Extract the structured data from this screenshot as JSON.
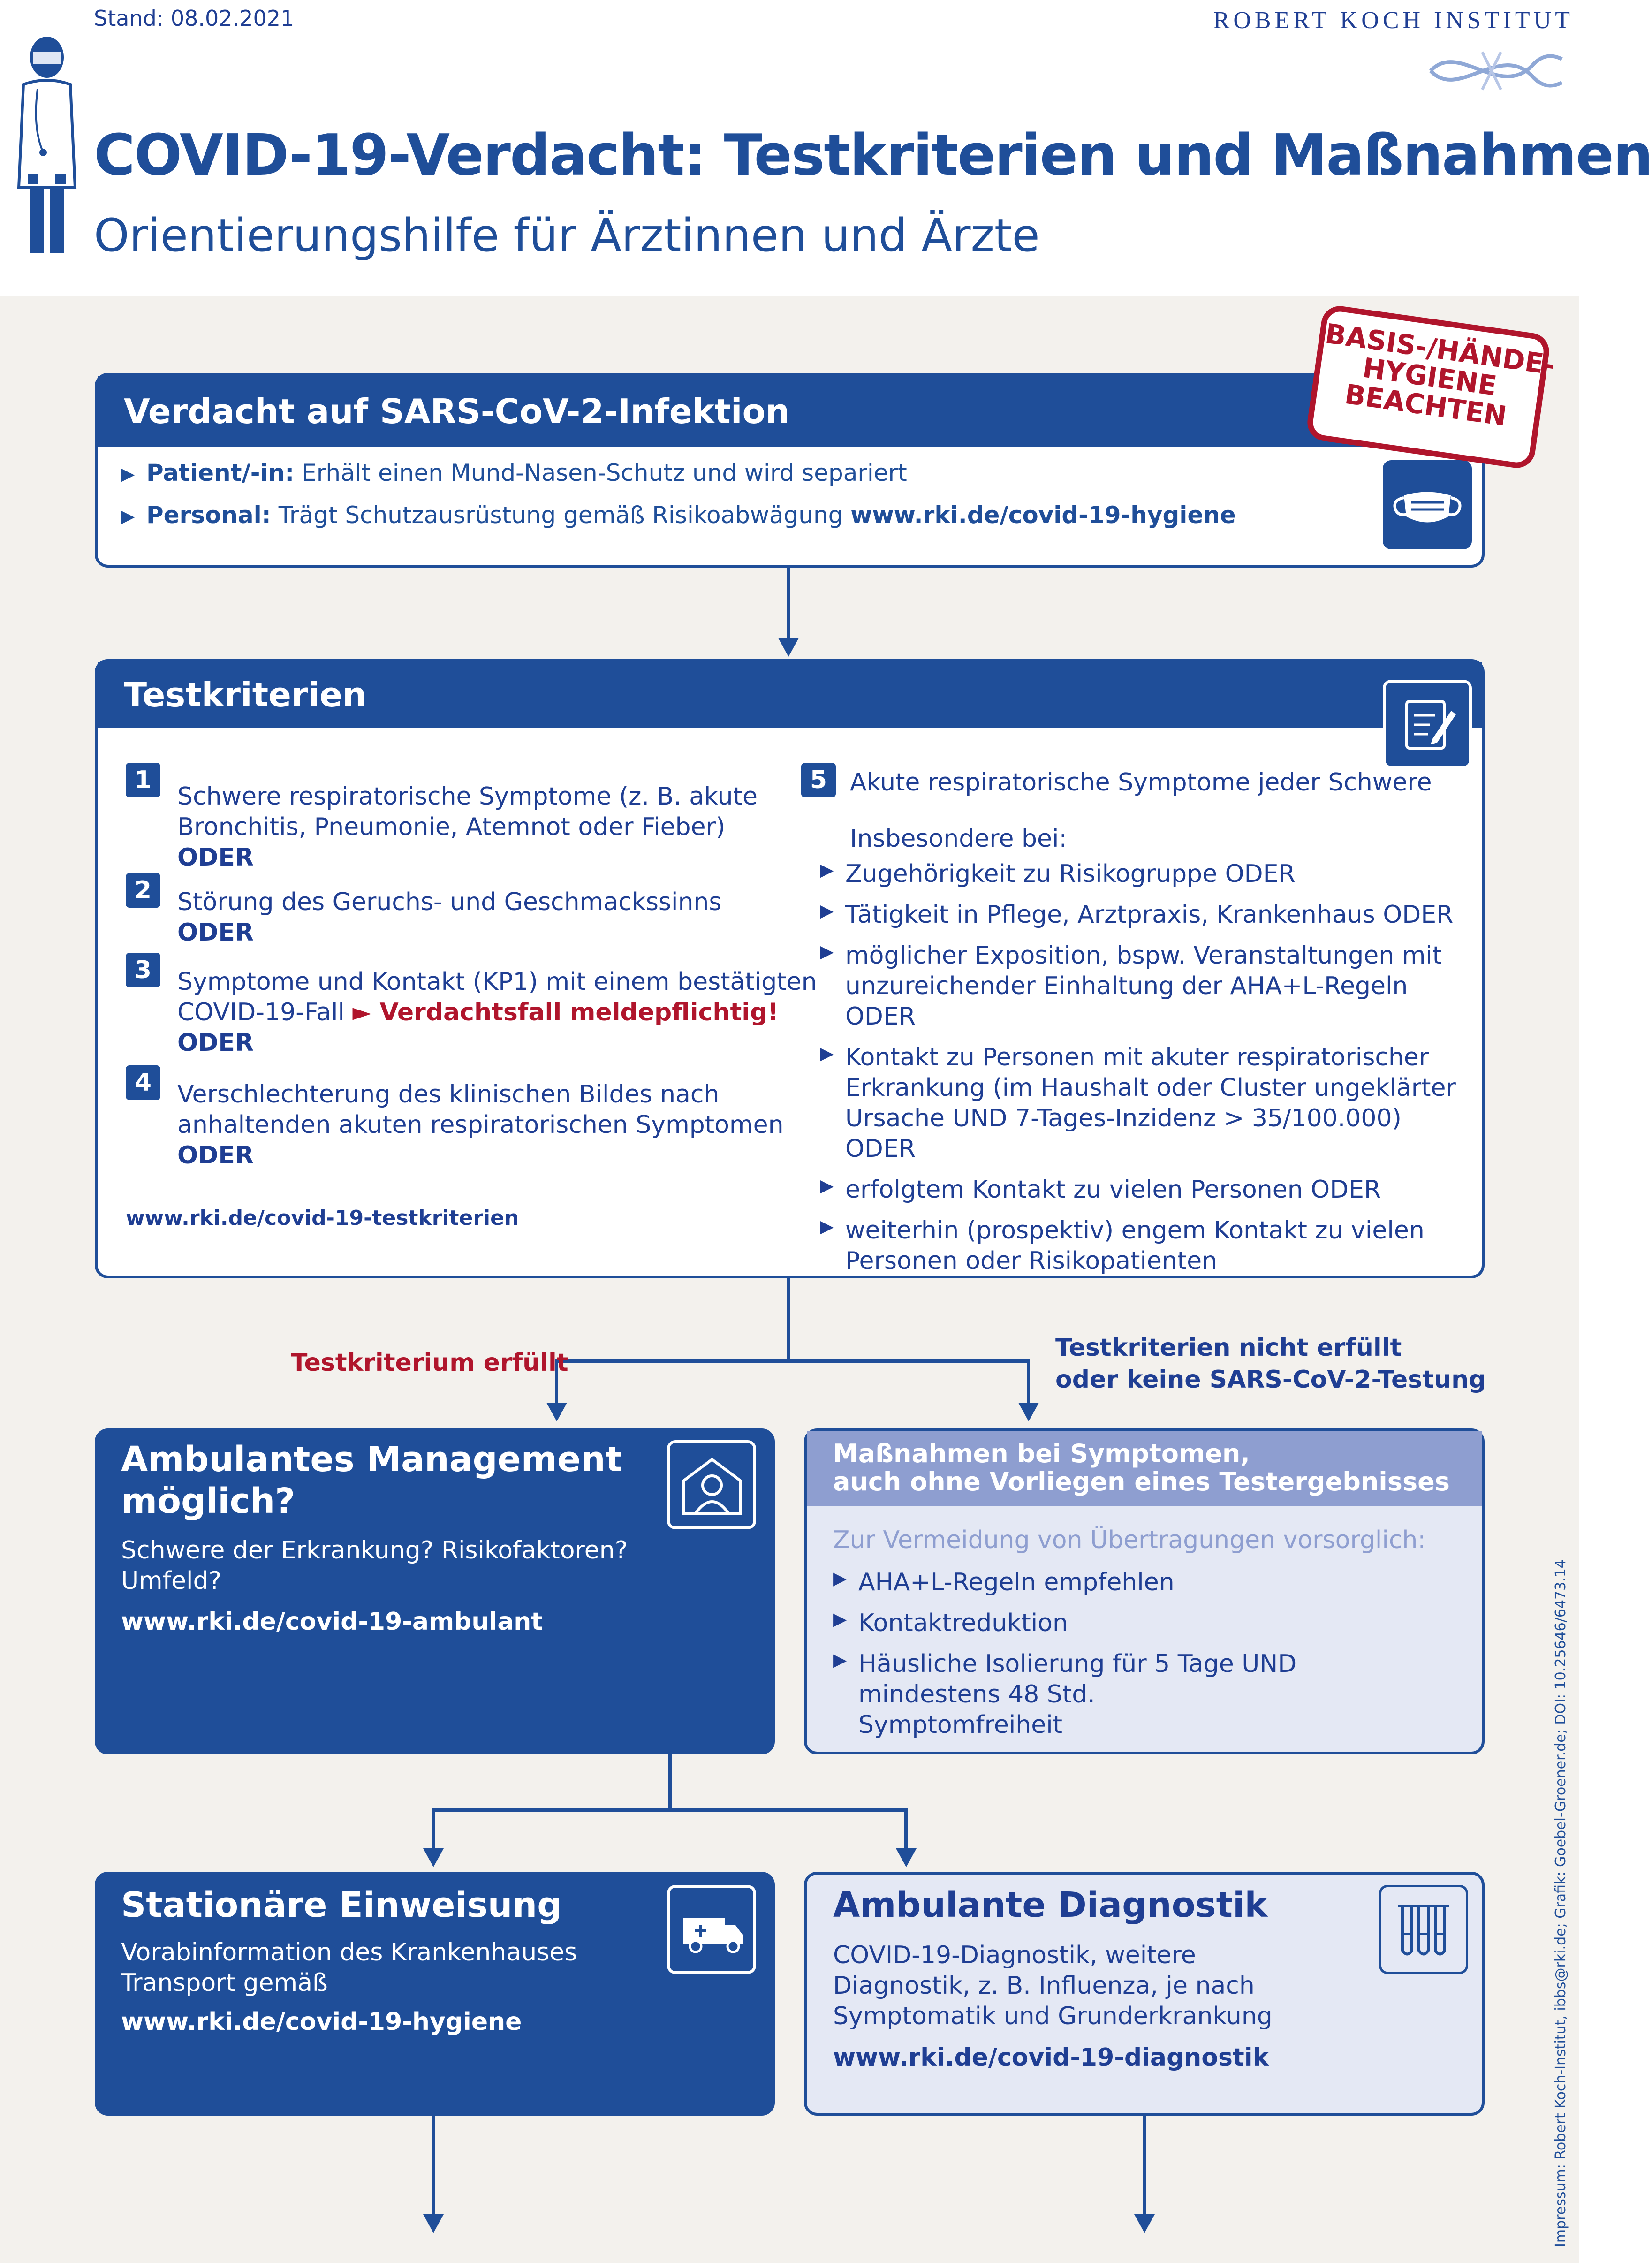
{
  "header": {
    "stand": "Stand: 08.02.2021",
    "institute": "ROBERT KOCH INSTITUT",
    "title": "COVID-19-Verdacht: Testkriterien und Maßnahmen",
    "subtitle": "Orientierungshilfe für Ärztinnen und Ärzte"
  },
  "stamp": {
    "line1": "BASIS-/HÄNDE-",
    "line2": "HYGIENE",
    "line3": "BEACHTEN"
  },
  "verdacht": {
    "title": "Verdacht auf SARS-CoV-2-Infektion",
    "items": [
      {
        "label": "Patient/-in:",
        "text": " Erhält einen Mund-Nasen-Schutz und wird separiert"
      },
      {
        "label": "Personal:",
        "text": " Trägt Schutzausrüstung gemäß Risikoabwägung ",
        "link": "www.rki.de/covid-19-hygiene"
      }
    ]
  },
  "testkriterien": {
    "title": "Testkriterien",
    "left": [
      {
        "num": "1",
        "text": "Schwere respiratorische Symptome (z. B. akute Bronchitis, Pneumonie, Atemnot oder Fieber)",
        "oder": "ODER"
      },
      {
        "num": "2",
        "text": "Störung des Geruchs- und Geschmackssinns",
        "oder": "ODER"
      },
      {
        "num": "3",
        "text": "Symptome und Kontakt (KP1) mit einem bestätigten COVID-19-Fall",
        "alert": "► Verdachtsfall meldepflichtig!",
        "oder": "ODER"
      },
      {
        "num": "4",
        "text": "Verschlechterung des klinischen Bildes nach anhaltenden akuten respiratorischen Symptomen",
        "oder": "ODER"
      }
    ],
    "link": "www.rki.de/covid-19-testkriterien",
    "right_num": "5",
    "right_title": "Akute respiratorische Symptome jeder Schwere",
    "right_intro": "Insbesondere bei:",
    "right_items": [
      "Zugehörigkeit zu Risikogruppe ODER",
      "Tätigkeit in Pflege, Arztpraxis, Krankenhaus ODER",
      "möglicher Exposition, bspw. Veranstaltungen mit unzureichender Einhaltung der AHA+L-Regeln ODER",
      "Kontakt zu Personen mit akuter respiratorischer Erkrankung (im Haushalt oder Cluster ungeklärter Ursache UND 7-Tages-Inzidenz > 35/100.000) ODER",
      "erfolgtem Kontakt zu vielen Personen ODER",
      "weiterhin (prospektiv) engem Kontakt zu vielen Personen oder Risikopatienten"
    ]
  },
  "branch": {
    "left_label": "Testkriterium erfüllt",
    "right_label_1": "Testkriterien nicht erfüllt",
    "right_label_2": "oder keine SARS-CoV-2-Testung"
  },
  "ambulant": {
    "title_1": "Ambulantes Management",
    "title_2": "möglich?",
    "text": "Schwere der Erkrankung? Risikofaktoren? Umfeld?",
    "link": "www.rki.de/covid-19-ambulant"
  },
  "massnahmen": {
    "title_1": "Maßnahmen bei Symptomen,",
    "title_2": "auch ohne Vorliegen eines Testergebnisses",
    "intro": "Zur Vermeidung von Übertragungen vorsorglich:",
    "items": [
      "AHA+L-Regeln empfehlen",
      "Kontaktreduktion",
      "Häusliche Isolierung für 5 Tage UND mindestens 48 Std. Symptomfreiheit"
    ]
  },
  "stationaer": {
    "title": "Stationäre Einweisung",
    "text_1": "Vorabinformation des Krankenhauses",
    "text_2": "Transport gemäß",
    "link": "www.rki.de/covid-19-hygiene"
  },
  "diagnostik": {
    "title": "Ambulante Diagnostik",
    "text": "COVID-19-Diagnostik, weitere Diagnostik, z. B. Influenza, je nach Symptomatik und Grunderkrankung",
    "link": "www.rki.de/covid-19-diagnostik"
  },
  "impressum": "Impressum: Robert Koch-Institut, ibbs@rki.de; Grafik: Goebel-Groener.de; DOI: 10.25646/6473.14",
  "icons": {
    "doctor": "doctor-figure-icon",
    "logo": "rki-logo-icon",
    "mask": "face-mask-icon",
    "clipboard": "clipboard-pen-icon",
    "home": "person-in-house-icon",
    "ambulance": "ambulance-icon",
    "tubes": "test-tubes-icon"
  }
}
